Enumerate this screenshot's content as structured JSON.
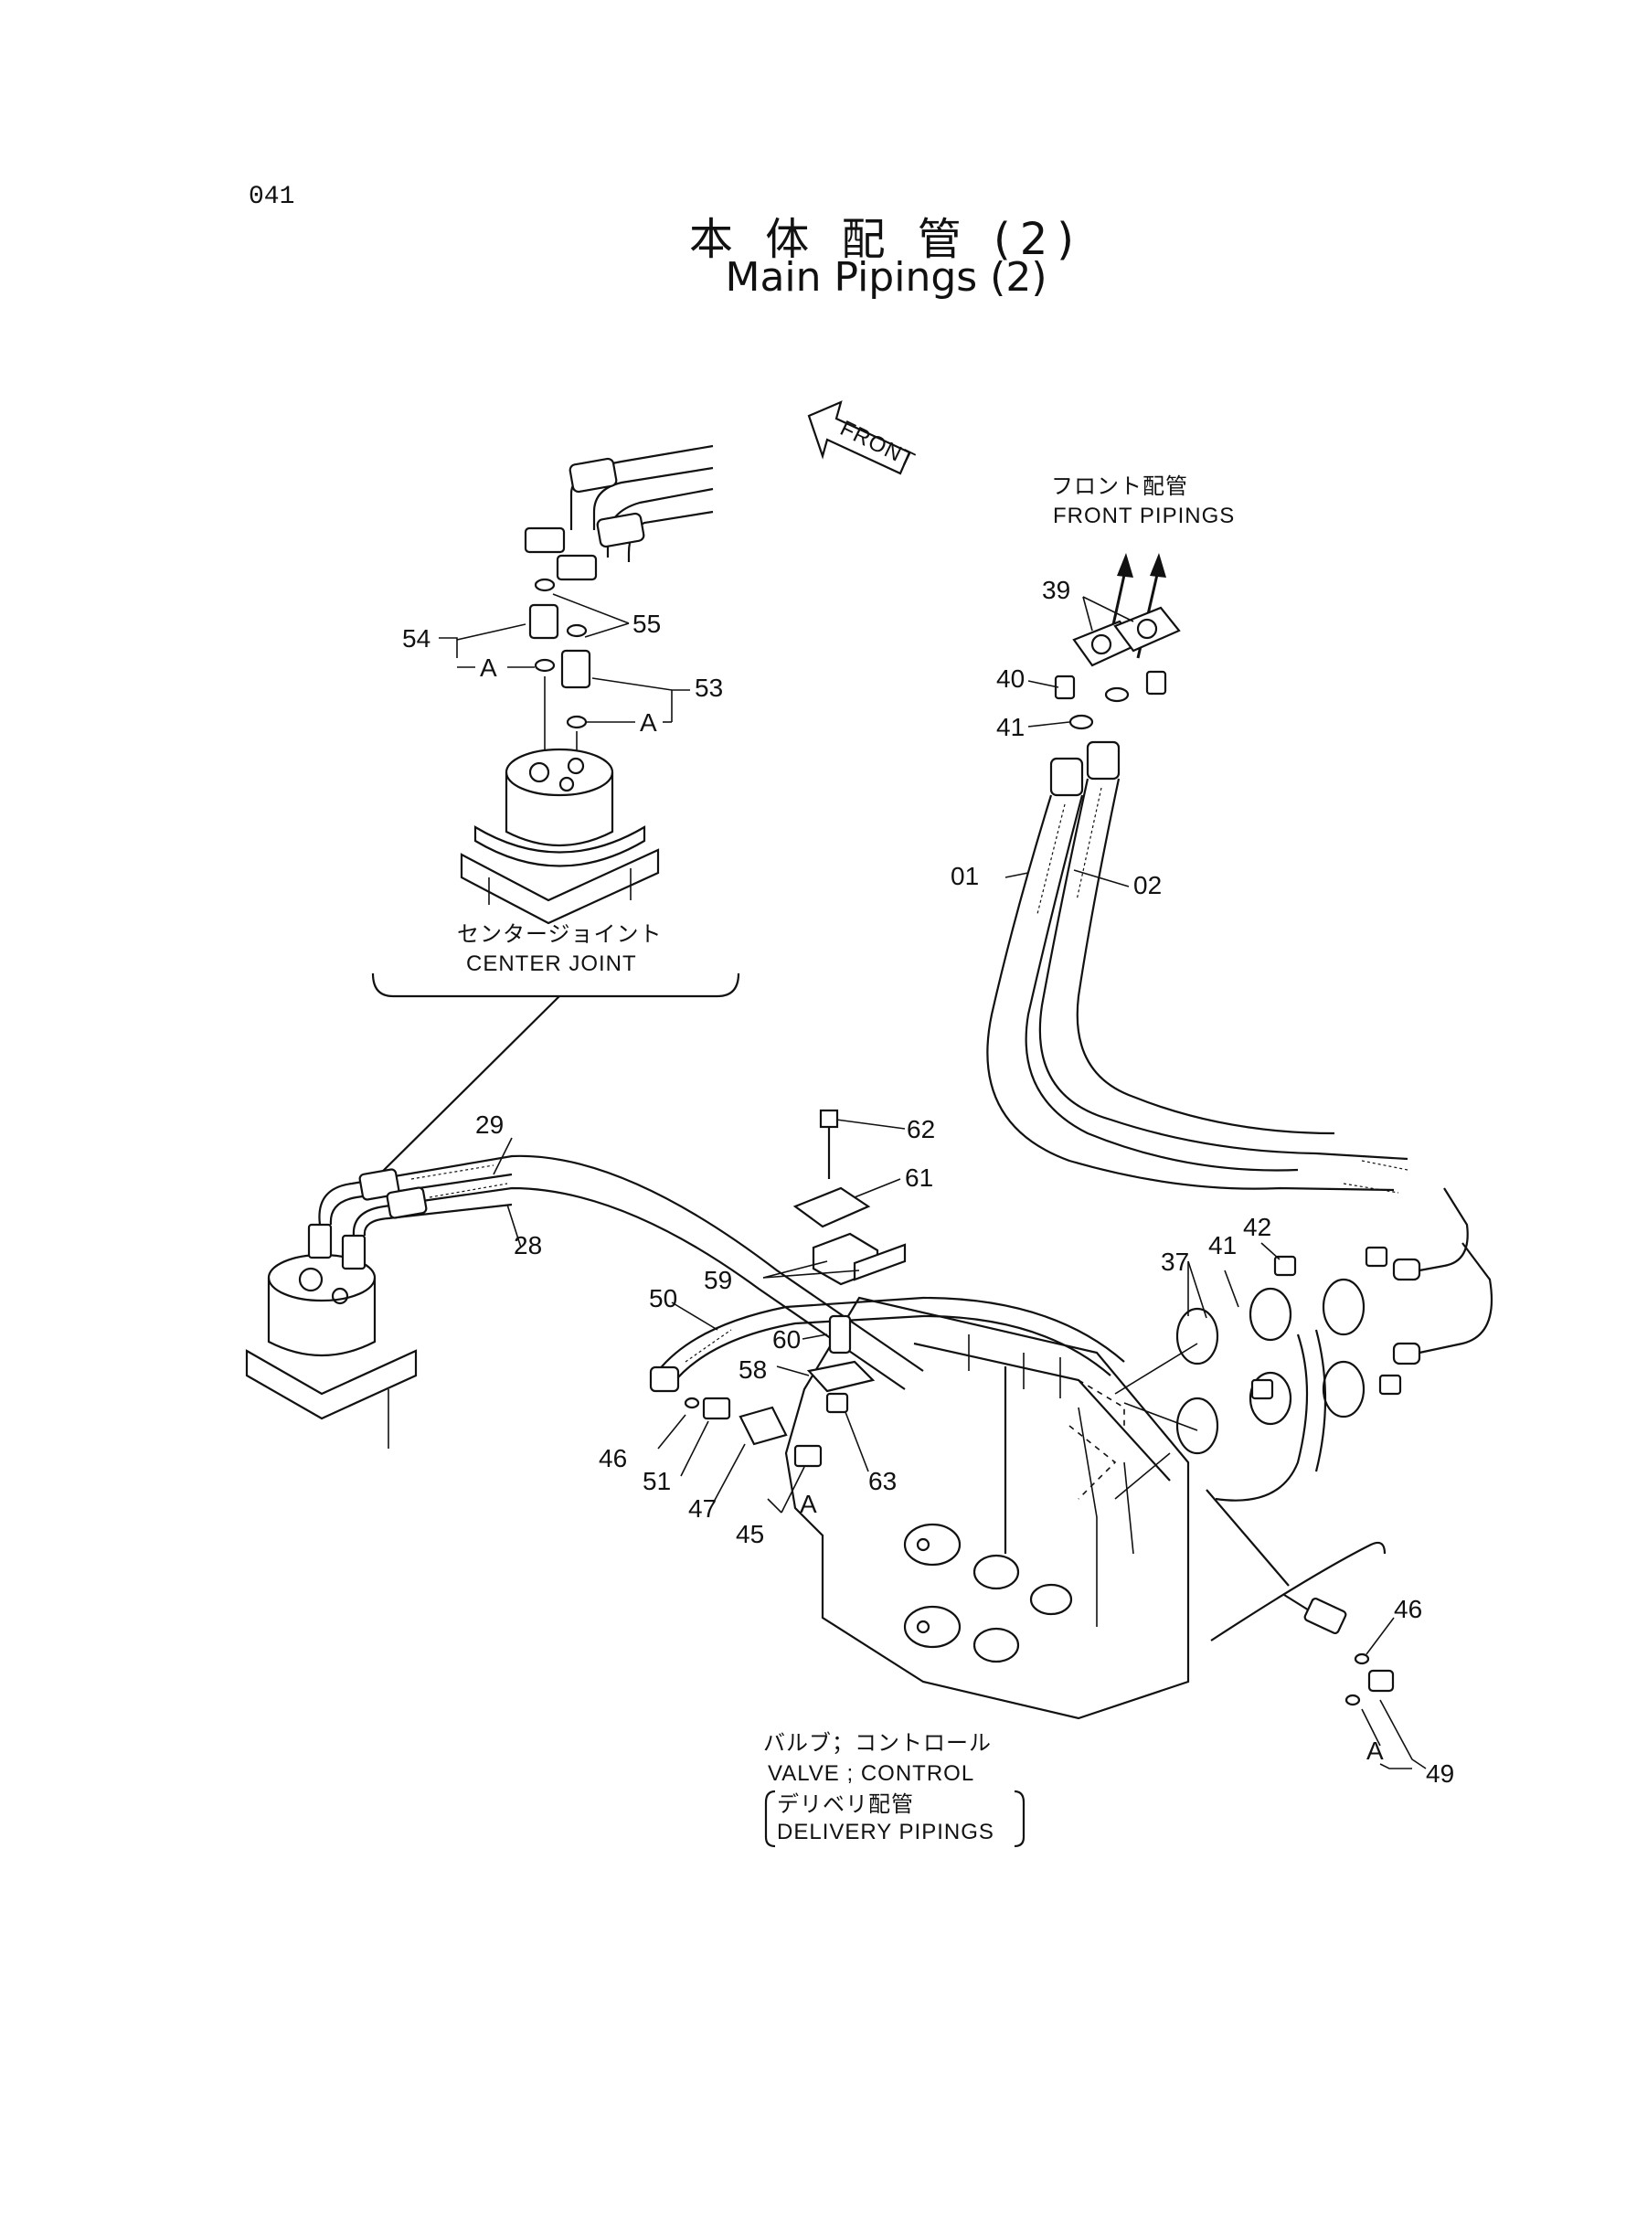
{
  "page_number": "041",
  "title_jp": "本 体 配 管 (2)",
  "title_en": "Main Pipings (2)",
  "front_arrow_label": "FRONT",
  "captions": {
    "front_pipings_jp": "フロント配管",
    "front_pipings_en": "FRONT PIPINGS",
    "center_joint_jp": "センタージョイント",
    "center_joint_en": "CENTER JOINT",
    "valve_jp": "バルブ；コントロール",
    "valve_en": "VALVE ; CONTROL",
    "delivery_jp": "デリベリ配管",
    "delivery_en": "DELIVERY PIPINGS"
  },
  "callouts": {
    "p01": "01",
    "p02": "02",
    "p28": "28",
    "p29": "29",
    "p37": "37",
    "p39": "39",
    "p40": "40",
    "p41a": "41",
    "p41b": "41",
    "p42": "42",
    "p45": "45",
    "p46a": "46",
    "p46b": "46",
    "p47": "47",
    "p49": "49",
    "p50": "50",
    "p51": "51",
    "p53": "53",
    "p54": "54",
    "p55": "55",
    "p58": "58",
    "p59": "59",
    "p60": "60",
    "p61": "61",
    "p62": "62",
    "p63": "63",
    "a1": "A",
    "a2": "A",
    "a3": "A",
    "a4": "A"
  }
}
